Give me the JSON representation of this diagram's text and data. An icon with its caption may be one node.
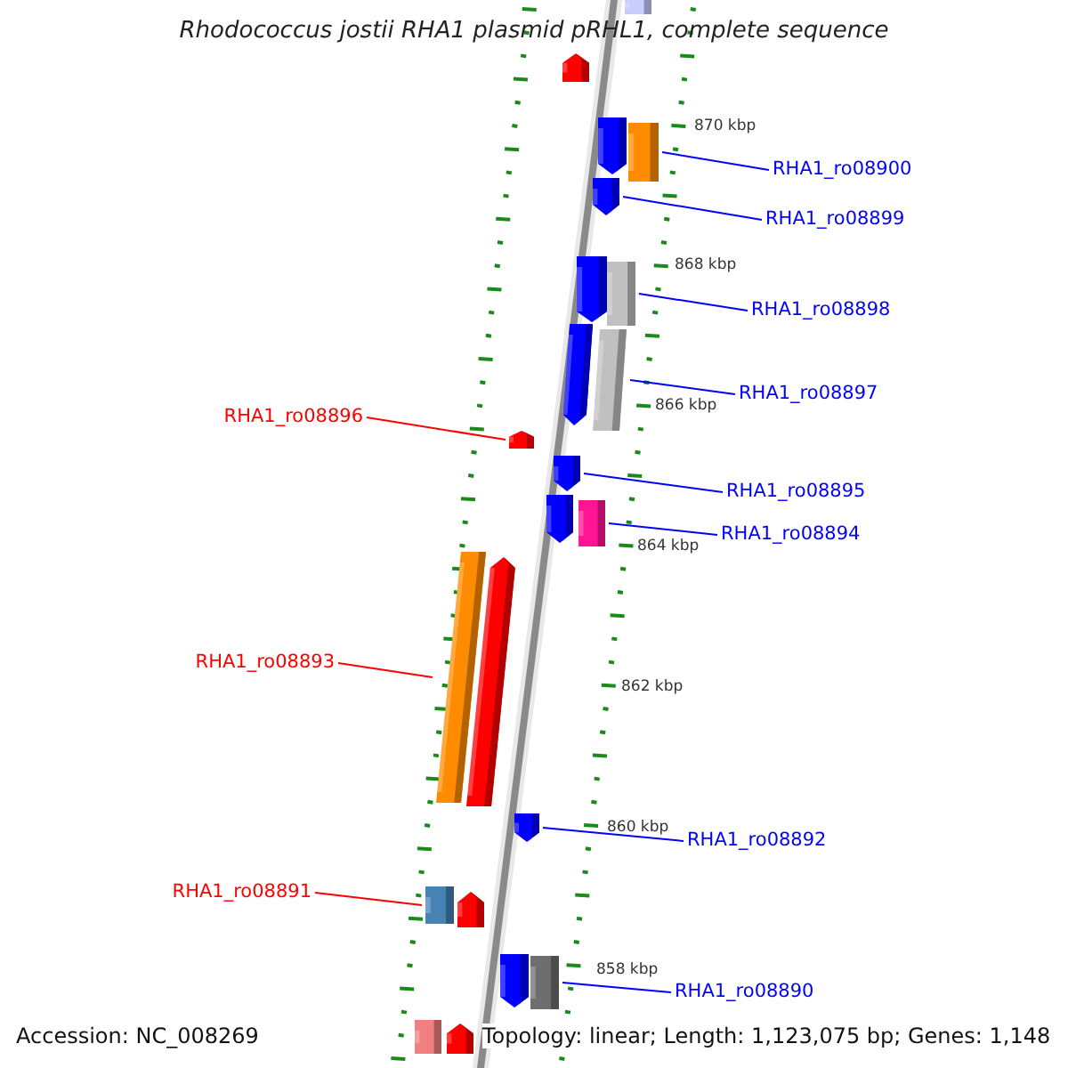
{
  "diagram": {
    "title": "Rhodococcus jostii RHA1 plasmid pRHL1, complete sequence",
    "nodes": [
      {
        "text": [
          "RHA1_ro08900"
        ]
      },
      {
        "text": [
          "RHA1_ro08899"
        ]
      },
      {
        "text": [
          "RHA1_ro08898"
        ]
      },
      {
        "text": [
          "RHA1_ro08897"
        ]
      },
      {
        "text": [
          "RHA1_ro08896"
        ]
      },
      {
        "text": [
          "RHA1_ro08895"
        ]
      },
      {
        "text": [
          "RHA1_ro08894"
        ]
      },
      {
        "text": [
          "RHA1_ro08893"
        ]
      },
      {
        "text": [
          "RHA1_ro08892"
        ]
      },
      {
        "text": [
          "RHA1_ro08891"
        ]
      },
      {
        "text": [
          "RHA1_ro08890"
        ]
      },
      {
        "text": [],
        "shape": "box"
      },
      {
        "text": [],
        "shape": "arrow"
      },
      {
        "text": [],
        "shape": "arrow"
      },
      {
        "text": [],
        "shape": "box"
      },
      {
        "text": [],
        "shape": "arrow"
      },
      {
        "text": [],
        "shape": "arrow"
      },
      {
        "text": [],
        "shape": "box"
      },
      {
        "text": [],
        "shape": "arrow"
      },
      {
        "text": [],
        "shape": "box"
      },
      {
        "text": [],
        "shape": "arrow"
      },
      {
        "text": [],
        "shape": "arrow"
      },
      {
        "text": [],
        "shape": "arrow"
      },
      {
        "text": [],
        "shape": "box"
      },
      {
        "text": [],
        "shape": "box"
      },
      {
        "text": [],
        "shape": "arrow"
      },
      {
        "text": [],
        "shape": "arrow"
      },
      {
        "text": [],
        "shape": "box"
      },
      {
        "text": [],
        "shape": "arrow"
      },
      {
        "text": [],
        "shape": "arrow"
      },
      {
        "text": [],
        "shape": "box"
      },
      {
        "text": [],
        "shape": "box"
      },
      {
        "text": [],
        "shape": "arrow"
      }
    ],
    "edges": [
      {
        "from": 0,
        "to": 14,
        "arrow": "none"
      },
      {
        "from": 1,
        "to": 15,
        "arrow": "none"
      },
      {
        "from": 2,
        "to": 17,
        "arrow": "none"
      },
      {
        "from": 3,
        "to": 19,
        "arrow": "none"
      },
      {
        "from": 4,
        "to": 20,
        "arrow": "none",
        "color": "#ff0000"
      },
      {
        "from": 5,
        "to": 21,
        "arrow": "none"
      },
      {
        "from": 6,
        "to": 23,
        "arrow": "none"
      },
      {
        "from": 7,
        "to": 24,
        "arrow": "none",
        "color": "#ff0000"
      },
      {
        "from": 8,
        "to": 26,
        "arrow": "none"
      },
      {
        "from": 9,
        "to": 27,
        "arrow": "none",
        "color": "#ff0000"
      },
      {
        "from": 10,
        "to": 30,
        "arrow": "none"
      }
    ],
    "labels": [
      "870 kbp",
      "868 kbp",
      "866 kbp",
      "864 kbp",
      "862 kbp",
      "860 kbp",
      "858 kbp",
      "Accession: NC_008269",
      "Topology: linear; Length: 1,123,075 bp; Genes: 1,148"
    ]
  }
}
